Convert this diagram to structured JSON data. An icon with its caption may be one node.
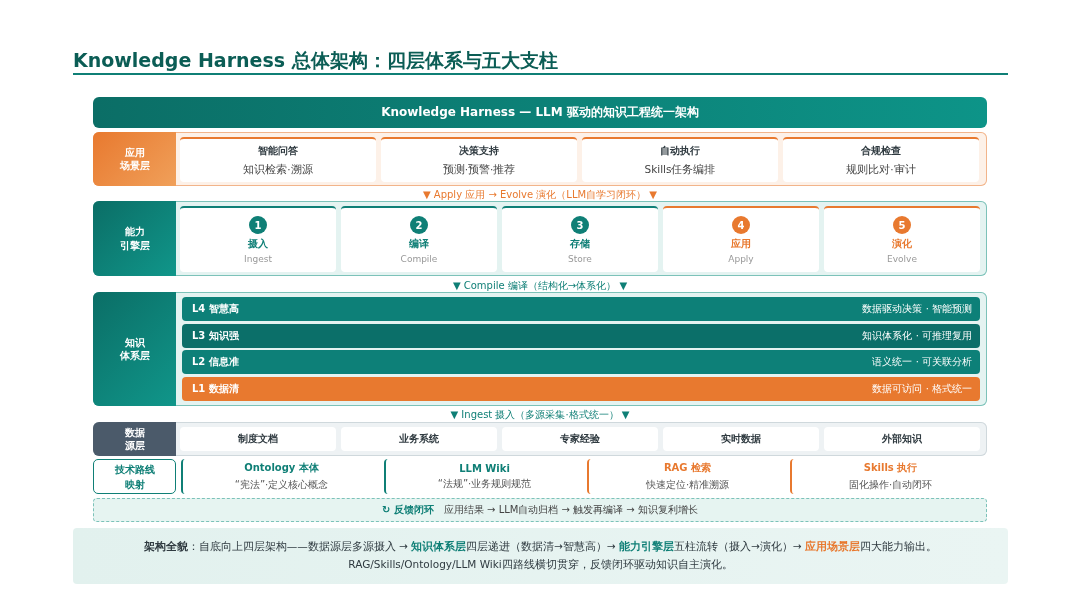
{
  "diagram": {
    "title": "Knowledge Harness 总体架构：四层体系与五大支柱",
    "nodes": [
      {
        "text": [
          "Knowledge Harness — LLM 驱动的知识工程统一架构"
        ]
      },
      {
        "text": [
          "应用场景层"
        ]
      },
      {
        "text": [
          "智能问答",
          "知识检索·溯源"
        ],
        "in": 1
      },
      {
        "text": [
          "决策支持",
          "预测·预警·推荐"
        ],
        "in": 1
      },
      {
        "text": [
          "自动执行",
          "Skills任务编排"
        ],
        "in": 1
      },
      {
        "text": [
          "合规检查",
          "规则比对·审计"
        ],
        "in": 1
      },
      {
        "text": [
          "能力引擎层"
        ]
      },
      {
        "text": [
          "1",
          "摄入",
          "Ingest"
        ],
        "in": 6
      },
      {
        "text": [
          "2",
          "编译",
          "Compile"
        ],
        "in": 6
      },
      {
        "text": [
          "3",
          "存储",
          "Store"
        ],
        "in": 6
      },
      {
        "text": [
          "4",
          "应用",
          "Apply"
        ],
        "in": 6
      },
      {
        "text": [
          "5",
          "演化",
          "Evolve"
        ],
        "in": 6
      },
      {
        "text": [
          "知识体系层"
        ]
      },
      {
        "text": [
          "L4 智慧高",
          "数据驱动决策 · 智能预测"
        ],
        "in": 12
      },
      {
        "text": [
          "L3 知识强",
          "知识体系化 · 可推理复用"
        ],
        "in": 12
      },
      {
        "text": [
          "L2 信息准",
          "语义统一 · 可关联分析"
        ],
        "in": 12
      },
      {
        "text": [
          "L1 数据清",
          "数据可访问 · 格式统一"
        ],
        "in": 12
      },
      {
        "text": [
          "数据源层"
        ]
      },
      {
        "text": [
          "制度文档"
        ],
        "in": 17
      },
      {
        "text": [
          "业务系统"
        ],
        "in": 17
      },
      {
        "text": [
          "专家经验"
        ],
        "in": 17
      },
      {
        "text": [
          "实时数据"
        ],
        "in": 17
      },
      {
        "text": [
          "外部知识"
        ],
        "in": 17
      },
      {
        "text": [
          "技术路线映射"
        ]
      },
      {
        "text": [
          "Ontology 本体",
          "“宪法”·定义核心概念"
        ]
      },
      {
        "text": [
          "LLM Wiki",
          "“法规”·业务规则规范"
        ]
      },
      {
        "text": [
          "RAG 检索",
          "快速定位·精准溯源"
        ]
      },
      {
        "text": [
          "Skills 执行",
          "固化操作·自动闭环"
        ]
      },
      {
        "text": [
          "↻ 反馈闭环",
          "应用结果 → LLM自动归档 → 触发再编译 → 知识复利增长"
        ]
      },
      {
        "text": [
          "**架构全貌**：自底向上四层架构——数据源层多源摄入 → **知识体系层**四层递进（数据清→智慧高）→ **能力引擎层**五柱流转（摄入→演化）→ **应用场景层**四大能力输出。",
          "RAG/Skills/Ontology/LLM Wiki四路线横切贯穿，反馈闭环驱动知识自主演化。"
        ]
      }
    ],
    "labels": [
      "▼ Apply 应用 → Evolve 演化（LLM自学习闭环） ▼",
      "▼ Compile 编译（结构化→体系化） ▼",
      "▼ Ingest 摄入（多源采集·格式统一） ▼"
    ]
  }
}
